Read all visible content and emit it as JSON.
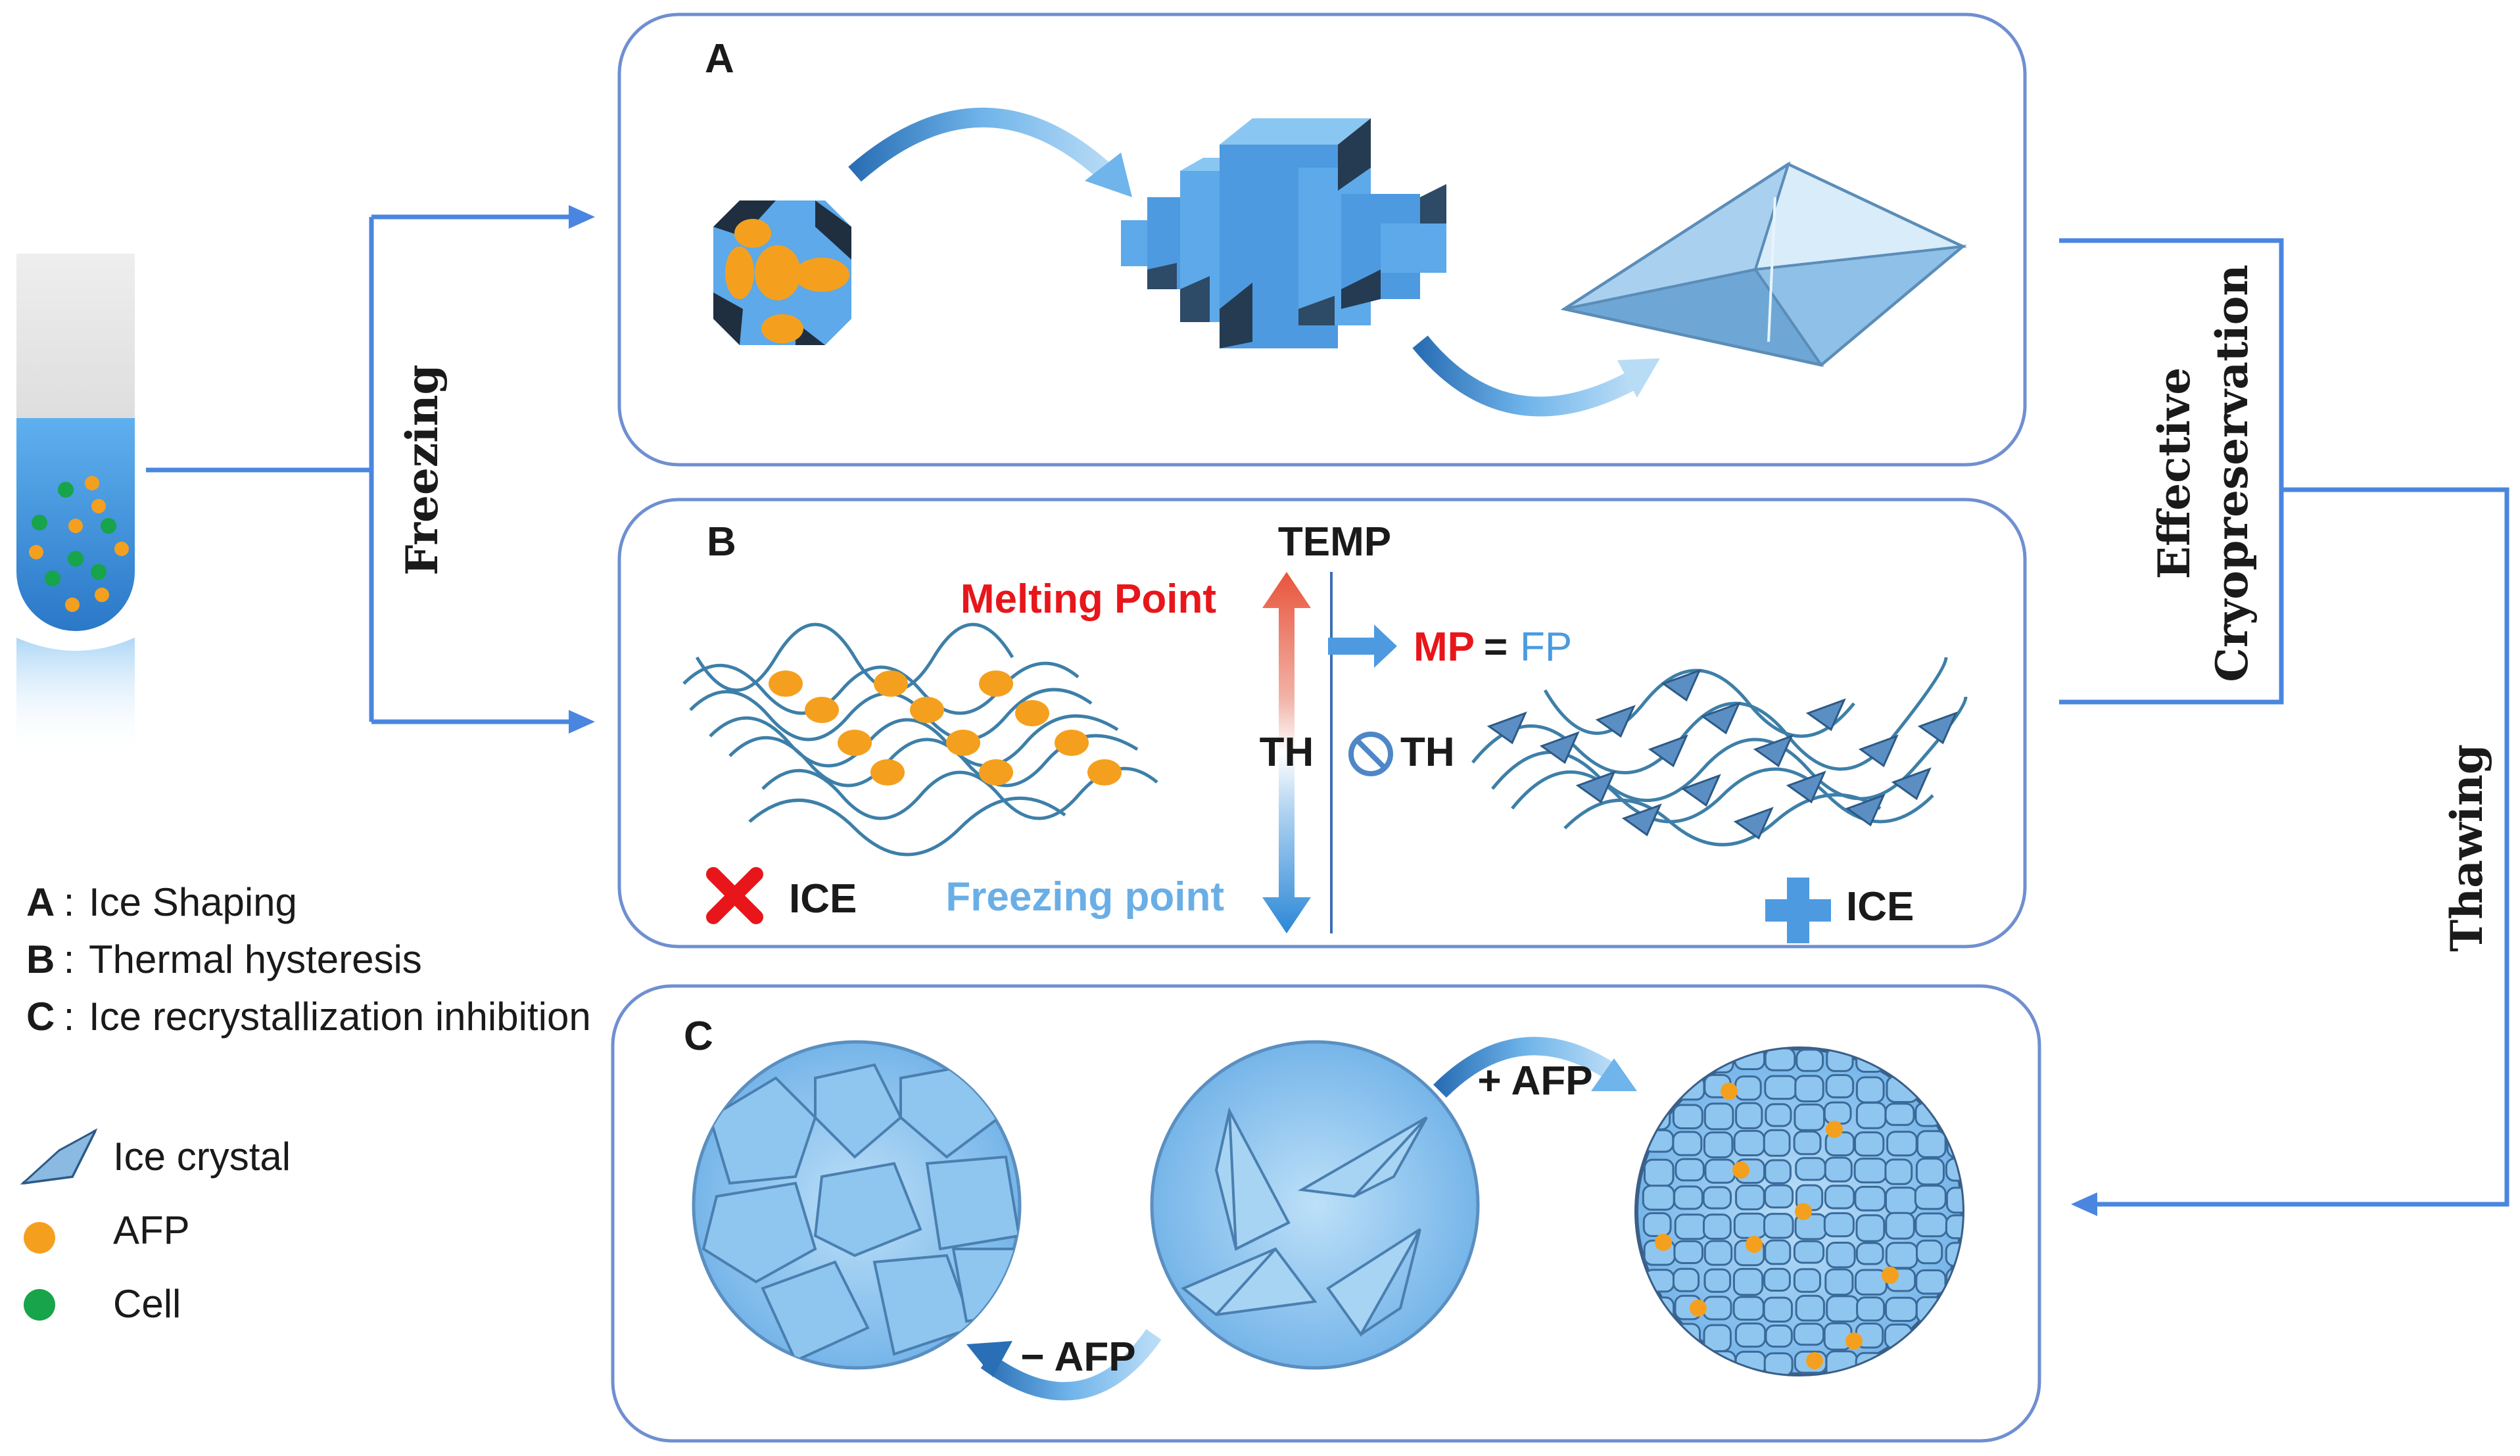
{
  "colors": {
    "line_blue": "#4a86e0",
    "panel_border": "#6f8fd0",
    "ice_blue": "#5da9e9",
    "ice_dark": "#1f3a5a",
    "afp_orange": "#f4a01e",
    "cell_green": "#17a44a",
    "melting_red": "#e8161b",
    "freezing_blue": "#6aaee6",
    "arrow_gradient_top": "#e8543b",
    "arrow_gradient_bottom": "#2b87d6"
  },
  "process": {
    "freezing_label": "Freezing",
    "effective_label_line1": "Effective",
    "effective_label_line2": "Cryopreservation",
    "thawing_label": "Thawing"
  },
  "panel_a": {
    "letter": "A"
  },
  "panel_b": {
    "letter": "B",
    "temp_label": "TEMP",
    "melting_point_label": "Melting Point",
    "freezing_point_label": "Freezing point",
    "th_left_label": "TH",
    "th_right_label": "TH",
    "mp_label": "MP",
    "equals": "=",
    "fp_label": "FP",
    "ice_left_label": "ICE",
    "ice_right_label": "ICE",
    "ice_left_icon": "red-x-icon",
    "ice_right_icon": "blue-plus-icon",
    "no_th_icon": "prohibited-icon"
  },
  "panel_c": {
    "letter": "C",
    "plus_afp_label": "+ AFP",
    "minus_afp_label": "− AFP"
  },
  "legend": {
    "items": [
      {
        "key": "A",
        "sep": " : ",
        "text": "Ice Shaping"
      },
      {
        "key": "B",
        "sep": " : ",
        "text": "Thermal hysteresis"
      },
      {
        "key": "C",
        "sep": " : ",
        "text": "Ice recrystallization inhibition"
      }
    ],
    "symbols": [
      {
        "icon": "ice-crystal-icon",
        "text": "Ice crystal"
      },
      {
        "icon": "afp-dot-icon",
        "text": "AFP"
      },
      {
        "icon": "cell-dot-icon",
        "text": "Cell"
      }
    ]
  }
}
